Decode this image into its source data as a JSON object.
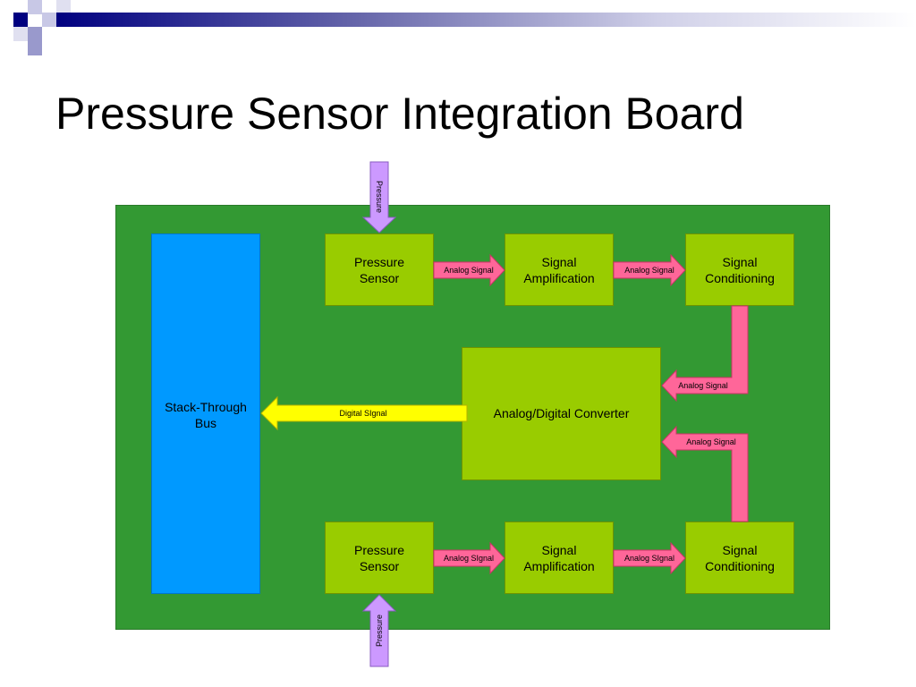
{
  "slide": {
    "title": "Pressure Sensor Integration Board"
  },
  "diagram": {
    "bus": {
      "label": "Stack-Through\nBus"
    },
    "adc": {
      "label": "Analog/Digital Converter"
    },
    "top_row": {
      "sensor": "Pressure\nSensor",
      "amplification": "Signal\nAmplification",
      "conditioning": "Signal\nConditioning"
    },
    "bottom_row": {
      "sensor": "Pressure\nSensor",
      "amplification": "Signal\nAmplification",
      "conditioning": "Signal\nConditioning"
    },
    "arrows": {
      "pressure_top": "Pressure",
      "pressure_bottom": "Pressure",
      "top_sensor_to_amp": "Analog Signal",
      "top_amp_to_cond": "Analog Signal",
      "top_cond_to_adc": "Analog Signal",
      "bottom_cond_to_adc": "Analog Signal",
      "bottom_sensor_to_amp": "Analog SIgnal",
      "bottom_amp_to_cond": "Analog SIgnal",
      "adc_to_bus": "Digital SIgnal"
    }
  },
  "colors": {
    "board": "#339933",
    "block": "#99cc00",
    "bus": "#0099ff",
    "analog_arrow": "#ff6699",
    "digital_arrow": "#ffff00",
    "pressure_arrow": "#cc99ff"
  }
}
